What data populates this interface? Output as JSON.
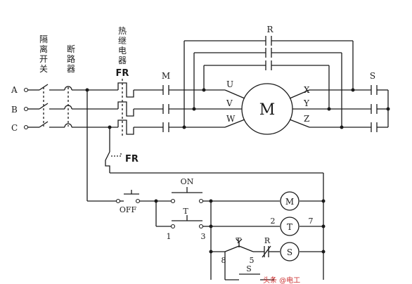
{
  "labels": {
    "isolator": [
      "隔",
      "离",
      "开",
      "关"
    ],
    "breaker": [
      "断",
      "路",
      "器"
    ],
    "thermal": [
      "热",
      "继",
      "电",
      "器"
    ],
    "fr_top": "FR",
    "fr_lower": "FR",
    "m_contactor": "M",
    "r_contactor": "R",
    "s_contactor": "S",
    "motor": "M",
    "phase_a": "A",
    "phase_b": "B",
    "phase_c": "C",
    "term_u": "U",
    "term_v": "V",
    "term_w": "W",
    "term_x": "X",
    "term_y": "Y",
    "term_z": "Z",
    "off_button": "OFF",
    "on_button": "ON",
    "t_button": "T",
    "t_contact": "T",
    "r_contact": "R",
    "s_contact": "S",
    "coil_m": "M",
    "coil_t": "T",
    "coil_s": "S",
    "node_1": "1",
    "node_2": "2",
    "node_3": "3",
    "node_5": "5",
    "node_7": "7",
    "node_8": "8",
    "watermark": "头条 @电工"
  }
}
